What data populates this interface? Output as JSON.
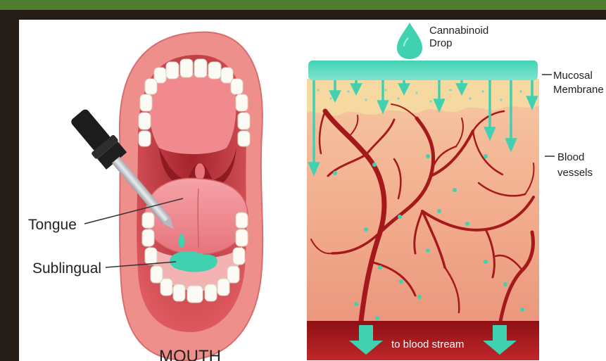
{
  "labels": {
    "tongue": "Tongue",
    "sublingual": "Sublingual",
    "mouth": "MOUTH",
    "drop_line1": "Cannabinoid",
    "drop_line2": "Drop",
    "mucosal_line1": "Mucosal",
    "mucosal_line2": "Membrane",
    "blood_line1": "Blood",
    "blood_line2": "vessels",
    "stream": "to blood stream"
  },
  "colors": {
    "frame_background": "#231c17",
    "top_bar": "#4f7d30",
    "drop": "#3fd1b0",
    "vessel": "#a5181b",
    "tissue": "#f2b091",
    "lips": "#ef8f8c"
  }
}
